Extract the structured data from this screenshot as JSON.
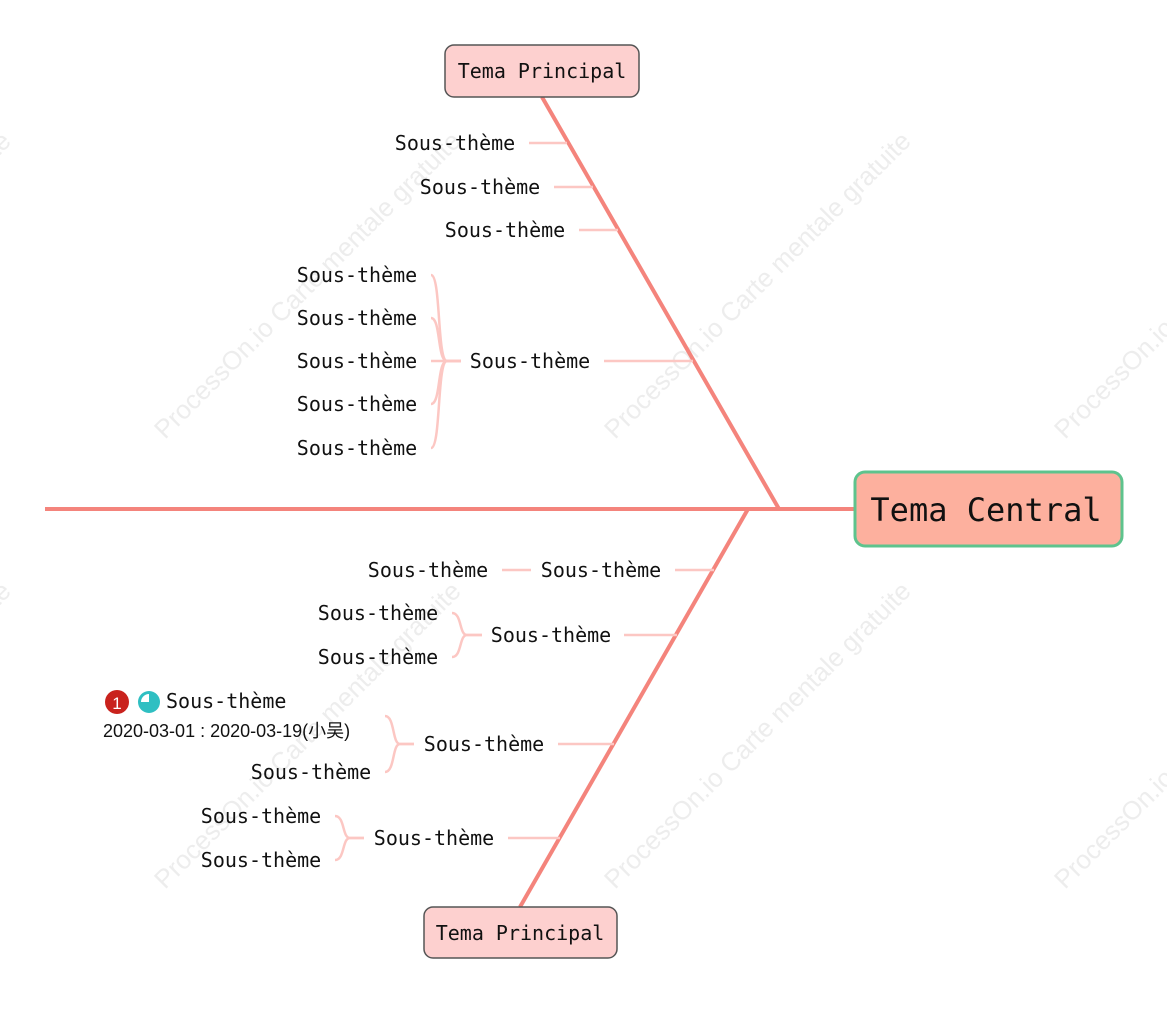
{
  "center": {
    "label": "Tema Central"
  },
  "main_topics": {
    "top": "Tema Principal",
    "bottom": "Tema Principal"
  },
  "subtopic_label": "Sous-thème",
  "task": {
    "priority": "1",
    "date_range": "2020-03-01 : 2020-03-19(小吴)"
  },
  "watermark": "ProcessOn.io Carte mentale gratuite",
  "colors": {
    "spine": "#f4847c",
    "branch": "#fcc7c3",
    "center_fill": "#fdb09e",
    "center_border": "#5ec38d",
    "main_fill": "#fdd0cf",
    "priority": "#c9221d",
    "progress": "#2fbfc2"
  },
  "icons": {
    "priority": "priority-1-icon",
    "progress": "progress-three-quarter-icon"
  }
}
